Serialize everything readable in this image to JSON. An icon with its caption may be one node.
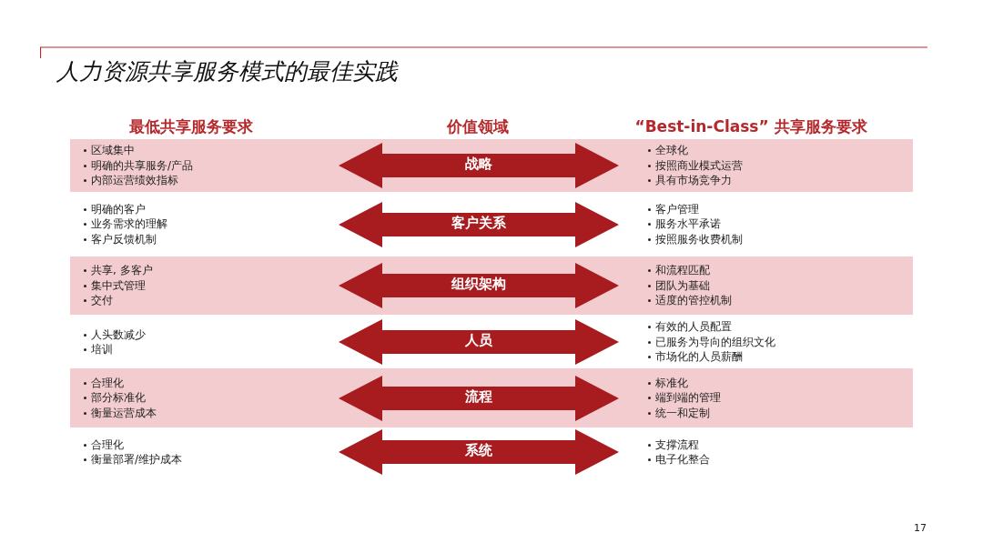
{
  "diagram": {
    "title": "人力资源共享服务模式的最佳实践",
    "nodes": [
      {
        "text": [
          "战略"
        ]
      },
      {
        "text": [
          "客户关系"
        ]
      },
      {
        "text": [
          "组织架构"
        ]
      },
      {
        "text": [
          "人员"
        ]
      },
      {
        "text": [
          "流程"
        ]
      },
      {
        "text": [
          "系统"
        ]
      }
    ],
    "labels": [
      "最低共享服务要求",
      "价值领域",
      "“Best-in-Class” 共享服务要求",
      "区域集中",
      "明确的共享服务/产品",
      "内部运营绩效指标",
      "全球化",
      "按照商业模式运营",
      "具有市场竞争力",
      "明确的客户",
      "业务需求的理解",
      "客户反馈机制",
      "客户管理",
      "服务水平承诺",
      "按照服务收费机制",
      "共享, 多客户",
      "集中式管理",
      "交付",
      "和流程匹配",
      "团队为基础",
      "适度的管控机制",
      "人头数减少",
      "培训",
      "有效的人员配置",
      "已服务为导向的组织文化",
      "市场化的人员薪酬",
      "合理化",
      "部分标准化",
      "衡量运营成本",
      "标准化",
      "端到端的管理",
      "统一和定制",
      "合理化",
      "衡量部署/维护成本",
      "支撑流程",
      "电子化整合",
      "17"
    ]
  }
}
